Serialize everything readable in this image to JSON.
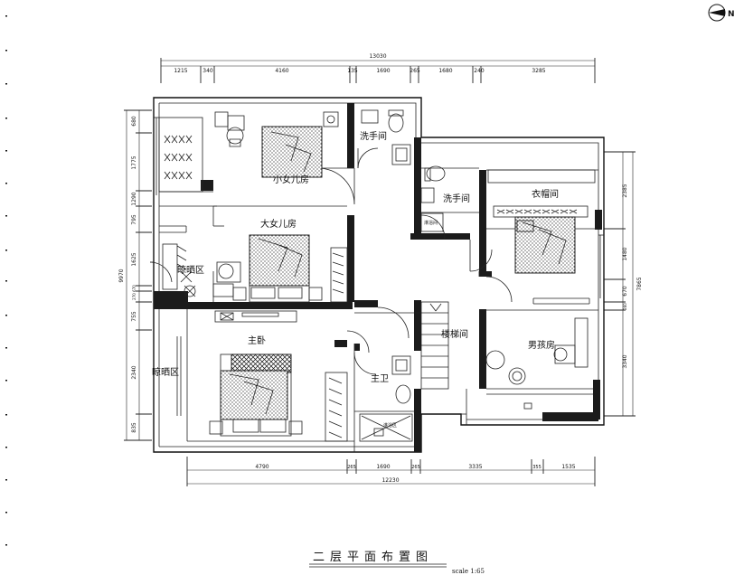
{
  "compass": {
    "letter": "N"
  },
  "dimensions": {
    "top_total": "13030",
    "top_segments": [
      "1215",
      "340",
      "4160",
      "135",
      "1690",
      "265",
      "1680",
      "240",
      "3285"
    ],
    "left_total": "9970",
    "left_segments": [
      "680",
      "1775",
      "1290",
      "795",
      "1625",
      "670",
      "270",
      "755",
      "2340",
      "835"
    ],
    "right_total": "7865",
    "right_segments": [
      "2385",
      "1480",
      "670",
      "260",
      "3340"
    ],
    "bottom_total": "12230",
    "bottom_segments": [
      "4790",
      "265",
      "1690",
      "265",
      "3335",
      "355",
      "1535"
    ]
  },
  "rooms": {
    "small_daughter": "小女儿房",
    "bath_top": "洗手间",
    "bath_right": "洗手间",
    "cloakroom": "衣帽间",
    "big_daughter": "大女儿房",
    "drying_top": "晾晒区",
    "master": "主卧",
    "drying_left": "晾晒区",
    "master_bath": "主卫",
    "stairs": "楼梯间",
    "boys_room": "男孩房",
    "wash_area": "淋浴区",
    "small_label": "淋浴间"
  },
  "footer": {
    "title": "二层平面布置图",
    "scale": "scale 1:65"
  }
}
